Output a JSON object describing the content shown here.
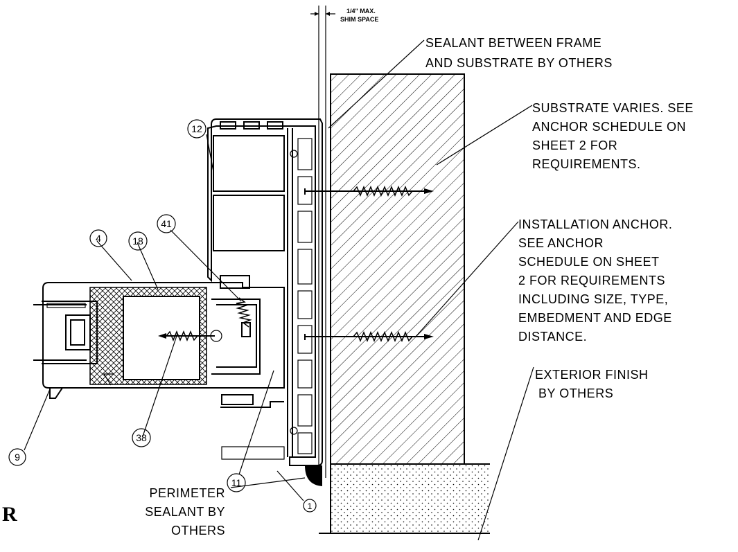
{
  "shim": {
    "line1": "1/4\" MAX.",
    "line2": "SHIM SPACE"
  },
  "notes": {
    "sealant_frame": [
      "SEALANT BETWEEN FRAME",
      "AND SUBSTRATE BY OTHERS"
    ],
    "substrate": [
      "SUBSTRATE VARIES. SEE",
      "ANCHOR SCHEDULE ON",
      "SHEET 2 FOR",
      "REQUIREMENTS."
    ],
    "installation_anchor": [
      "INSTALLATION ANCHOR.",
      "SEE ANCHOR",
      "SCHEDULE ON SHEET",
      "2 FOR REQUIREMENTS",
      "INCLUDING SIZE, TYPE,",
      "EMBEDMENT AND EDGE",
      "DISTANCE."
    ],
    "exterior_finish": [
      "EXTERIOR FINISH",
      "BY OTHERS"
    ],
    "perimeter_sealant": [
      "PERIMETER",
      "SEALANT BY",
      "OTHERS"
    ]
  },
  "tags": {
    "t12": "12",
    "t41": "41",
    "t4": "4",
    "t18": "18",
    "t9": "9",
    "t38": "38",
    "t11": "11",
    "t1": "1"
  },
  "corner_text": "R"
}
